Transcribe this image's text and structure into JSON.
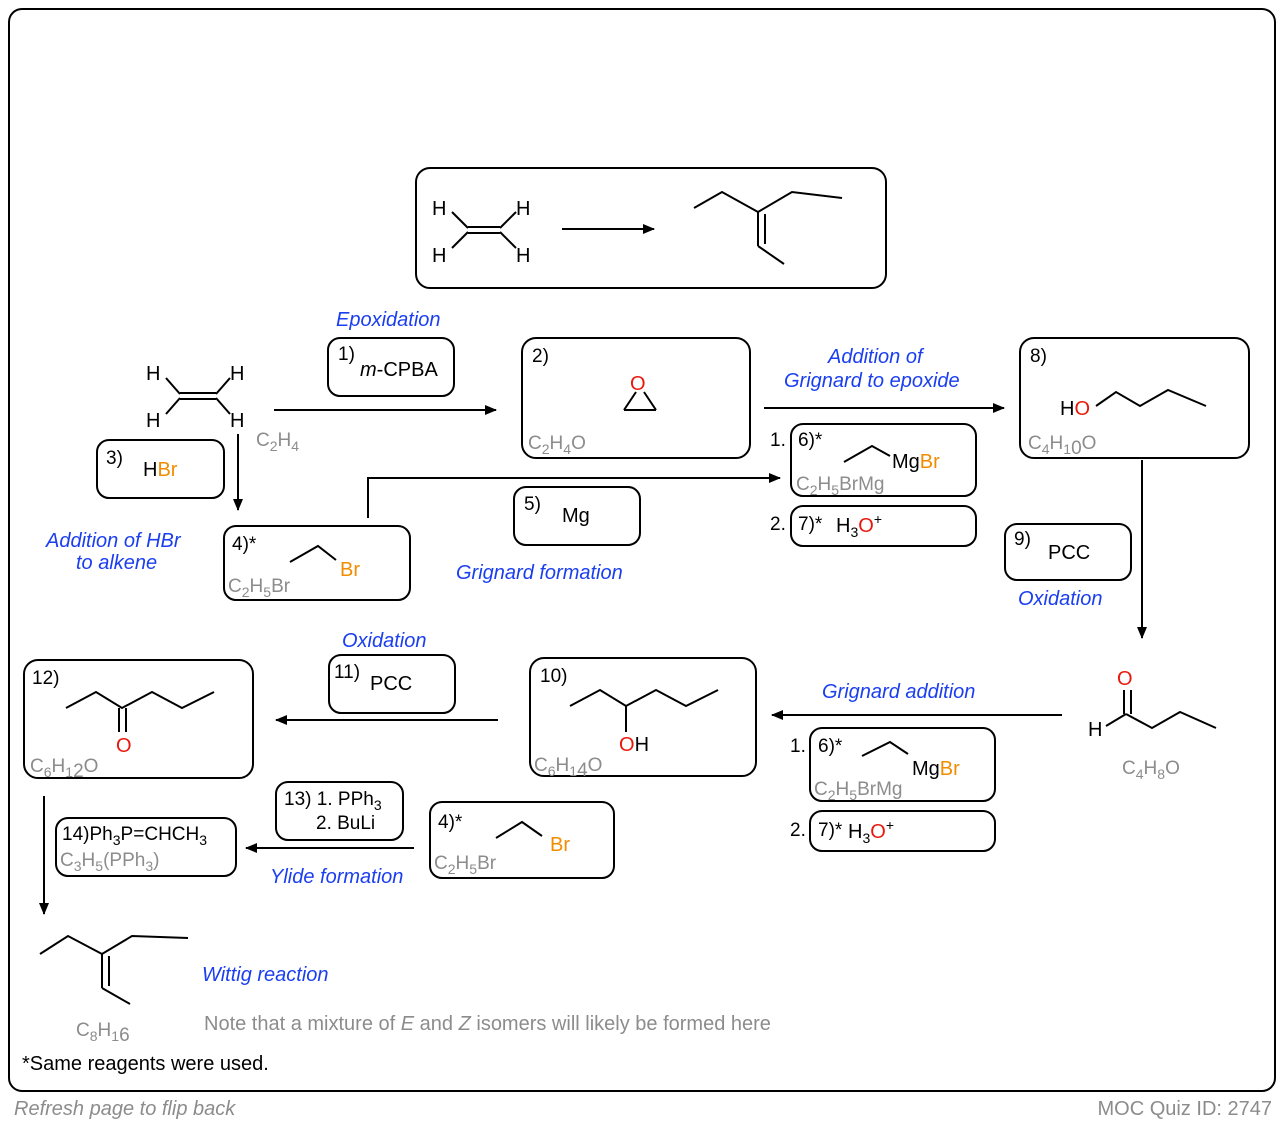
{
  "colors": {
    "label_blue": "#1a3ef0",
    "formula_gray": "#8c8c8c",
    "oxygen_red": "#e8190c",
    "bromine_orange": "#f28c00",
    "line": "#000000"
  },
  "atoms": {
    "H": "H",
    "O": "O",
    "Br": "Br",
    "MgBr": "MgBr",
    "Mg": "Mg",
    "HO": "HO",
    "OH": "OH"
  },
  "step_labels": {
    "epoxidation": "Epoxidation",
    "grignard_epoxide_1": "Addition of",
    "grignard_epoxide_2": "Grignard to epoxide",
    "hbr_addition_1": "Addition of HBr",
    "hbr_addition_2": "to alkene",
    "grignard_formation": "Grignard formation",
    "oxidation_9": "Oxidation",
    "grignard_addition": "Grignard addition",
    "oxidation_11": "Oxidation",
    "ylide_formation": "Ylide formation",
    "wittig": "Wittig reaction"
  },
  "boxes": {
    "b1": {
      "num": "1)",
      "italic": "m",
      "rest": "-CPBA"
    },
    "b2": {
      "num": "2)",
      "formula": "C2H4O"
    },
    "b3": {
      "num": "3)",
      "reagent_h": "H",
      "reagent_br": "Br"
    },
    "b4": {
      "num": "4)*",
      "formula": "C2H5Br"
    },
    "b5": {
      "num": "5)",
      "reagent": "Mg"
    },
    "b6": {
      "order": "1.",
      "num": "6)*",
      "formula": "C2H5BrMg"
    },
    "b7": {
      "order": "2.",
      "num": "7)*",
      "reagent": "H3O+"
    },
    "b8": {
      "num": "8)",
      "formula": "C4H10O"
    },
    "b9": {
      "num": "9)",
      "reagent": "PCC"
    },
    "b10": {
      "num": "10)",
      "formula": "C6H14O"
    },
    "b11": {
      "num": "11)",
      "reagent": "PCC"
    },
    "b12": {
      "num": "12)",
      "formula": "C6H12O"
    },
    "b13": {
      "num": "13)",
      "line1": "1. PPh3",
      "line2": "2. BuLi"
    },
    "b14": {
      "num": "14)",
      "reagent": "Ph3P=CHCH3",
      "formula": "C3H5(PPh3)"
    },
    "b4b": {
      "num": "4)*",
      "formula": "C2H5Br"
    },
    "b6b": {
      "order": "1.",
      "num": "6)*",
      "formula": "C2H5BrMg"
    },
    "b7b": {
      "order": "2.",
      "num": "7)*",
      "reagent": "H3O+"
    }
  },
  "free_formulas": {
    "ethylene": "C2H4",
    "butanal": "C4H8O",
    "product": "C8H16"
  },
  "notes": {
    "stereo": "Note that a mixture of E and Z isomers will likely be formed here",
    "reagents": "*Same reagents were used."
  },
  "footer": {
    "refresh": "Refresh page to flip back",
    "quiz_id": "MOC Quiz ID: 2747"
  }
}
